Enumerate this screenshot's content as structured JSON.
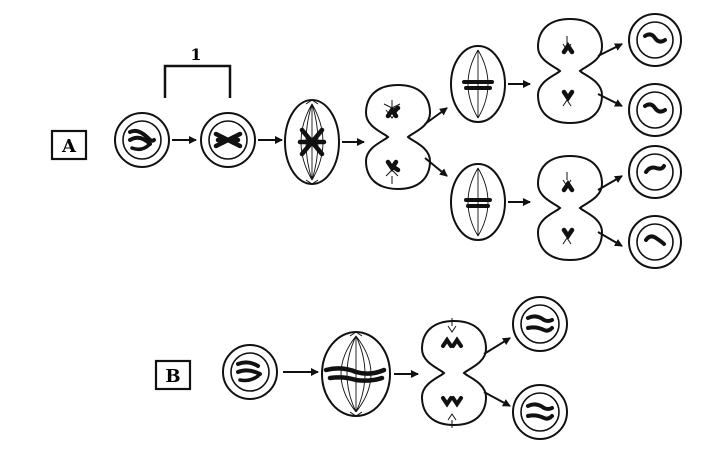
{
  "labels": {
    "process_a": "A",
    "process_b": "B",
    "bracket_stage": "1"
  },
  "colors": {
    "ink": "#111111",
    "background": "#ffffff"
  }
}
